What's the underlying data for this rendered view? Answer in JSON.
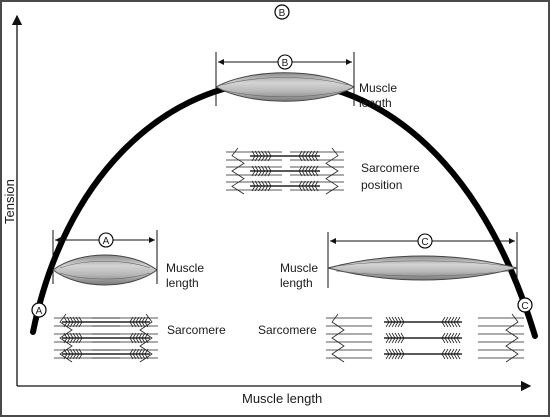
{
  "axes": {
    "y_label": "Tension",
    "x_label": "Muscle length"
  },
  "points": {
    "a": "A",
    "b": "B",
    "c": "C"
  },
  "panel_a": {
    "muscle_line1": "Muscle",
    "muscle_line2": "length",
    "sarcomere_label": "Sarcomere"
  },
  "panel_b": {
    "muscle_line1": "Muscle",
    "muscle_line2": "length",
    "sarcomere_line1": "Sarcomere",
    "sarcomere_line2": "position"
  },
  "panel_c": {
    "muscle_line1": "Muscle",
    "muscle_line2": "length",
    "sarcomere_label": "Sarcomere"
  },
  "colors": {
    "border": "#4a4a4a",
    "background": "#ffffff",
    "curve": "#000000",
    "muscle_fill": "#a9a9a9",
    "muscle_highlight": "#d6d6d6",
    "filament": "#222222"
  }
}
